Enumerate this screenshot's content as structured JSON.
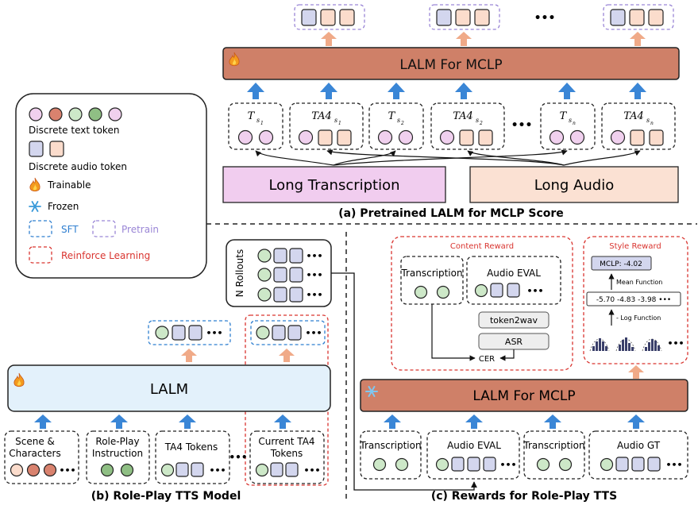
{
  "colors": {
    "text_pink": "#f0d0ee",
    "text_red": "#d9826e",
    "text_green": "#cde8c8",
    "text_dark_green": "#8fbf84",
    "audio_blue": "#d3d6ee",
    "audio_peach": "#fbdccc",
    "lalm_mclp": "#cf8068",
    "lalm_blue": "#e3f1fb",
    "arrow_blue": "#3a86d6",
    "arrow_peach": "#f0aa88",
    "sft_blue": "#2f7fd0",
    "pretrain_purple": "#9a86d6",
    "rl_red": "#d9342f",
    "long_transcription": "#f1cdef",
    "long_audio": "#fbe1d3"
  },
  "panel_a": {
    "model_label": "LALM For MCLP",
    "caption": "(a) Pretrained LALM for MCLP Score",
    "ellipsis": "•••",
    "groups": [
      {
        "label": "T_{s_1}",
        "main": "T",
        "sub": "s",
        "subsub": "1",
        "type": "text"
      },
      {
        "label": "TA4_{s_1}",
        "main": "TA4",
        "sub": "s",
        "subsub": "1",
        "type": "mixed"
      },
      {
        "label": "T_{s_2}",
        "main": "T",
        "sub": "s",
        "subsub": "2",
        "type": "text"
      },
      {
        "label": "TA4_{s_2}",
        "main": "TA4",
        "sub": "s",
        "subsub": "2",
        "type": "mixed"
      },
      {
        "label": "T_{s_n}",
        "main": "T",
        "sub": "s",
        "subsub": "n",
        "type": "text"
      },
      {
        "label": "TA4_{s_n}",
        "main": "TA4",
        "sub": "s",
        "subsub": "n",
        "type": "mixed"
      }
    ],
    "long_transcription": "Long Transcription",
    "long_audio": "Long Audio"
  },
  "legend": {
    "discrete_text": "Discrete text token",
    "discrete_audio": "Discrete audio token",
    "trainable": "Trainable",
    "frozen": "Frozen",
    "sft": "SFT",
    "pretrain": "Pretrain",
    "rl": "Reinforce Learning"
  },
  "panel_b": {
    "model_label": "LALM",
    "caption": "(b) Role-Play TTS Model",
    "rollouts": "N Rollouts",
    "inputs": {
      "scene": [
        "Scene &",
        "Characters"
      ],
      "instruction": [
        "Role-Play",
        "Instruction"
      ],
      "ta4": "TA4 Tokens",
      "current": [
        "Current TA4",
        "Tokens"
      ]
    },
    "ellipsis": "•••"
  },
  "panel_c": {
    "caption": "(c) Rewards for Role-Play TTS",
    "model_label": "LALM For MCLP",
    "content_reward": {
      "title": "Content Reward",
      "transcription": "Transcription",
      "audio_eval": "Audio EVAL",
      "token2wav": "token2wav",
      "asr": "ASR",
      "cer": "CER"
    },
    "style_reward": {
      "title": "Style Reward",
      "mclp": "MCLP: -4.02",
      "mean_function": "Mean Function",
      "values": "-5.70  -4.83  -3.98  •••",
      "log_function": "- Log Function"
    },
    "inputs": {
      "transcription_1": "Transcription",
      "audio_eval": "Audio EVAL",
      "transcription_2": "Transcription",
      "audio_gt": "Audio GT"
    }
  }
}
